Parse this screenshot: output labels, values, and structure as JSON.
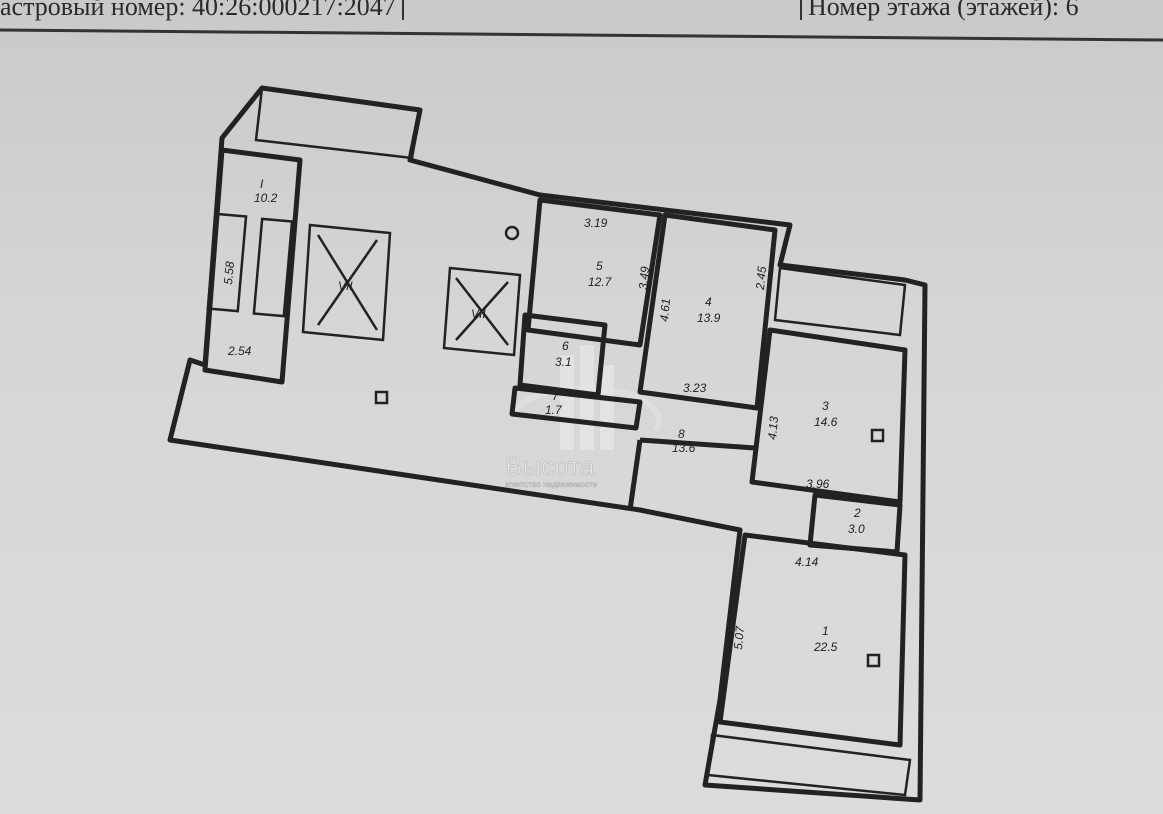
{
  "header": {
    "cadastral": "астровый номер: 40:26:000217:2047",
    "floor": "Номер этажа (этажей): 6"
  },
  "watermark": {
    "brand": "Высота",
    "subtitle": "агентство недвижимости"
  },
  "rooms": [
    {
      "num": "1",
      "area": "22.5"
    },
    {
      "num": "2",
      "area": "3.0"
    },
    {
      "num": "3",
      "area": "14.6"
    },
    {
      "num": "4",
      "area": "13.9"
    },
    {
      "num": "5",
      "area": "12.7"
    },
    {
      "num": "6",
      "area": "3.1"
    },
    {
      "num": "7",
      "area": "1.7"
    },
    {
      "num": "8",
      "area": "13.6"
    },
    {
      "num": "I",
      "area": "10.2"
    }
  ],
  "lifts": [
    "VII",
    "VII"
  ],
  "dimensions": [
    "3.19",
    "3.49",
    "4.61",
    "2.45",
    "3.23",
    "4.13",
    "3.96",
    "4.14",
    "5.07",
    "5.58",
    "2.54"
  ]
}
